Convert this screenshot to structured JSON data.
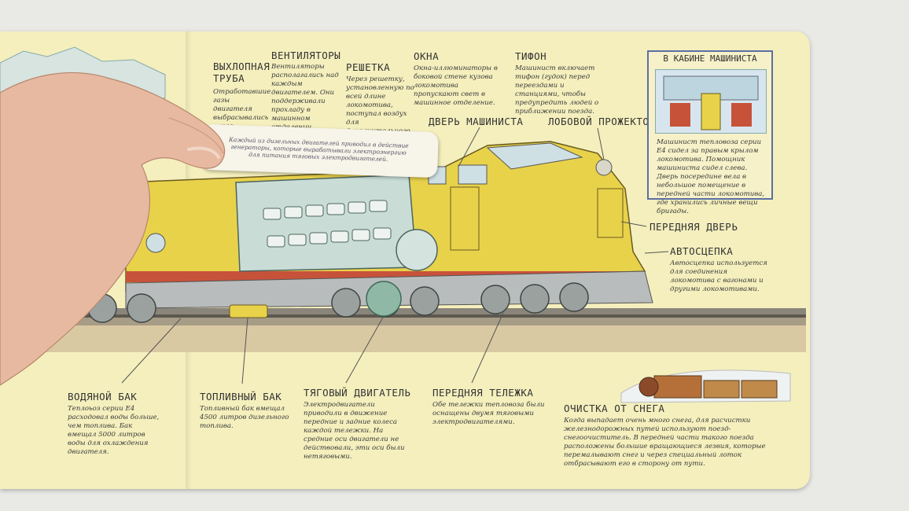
{
  "labels": {
    "exhaust": {
      "title": "ВЫХЛОПНАЯ\nТРУБА",
      "text": "Отработавшие газы двигателя выбрасывались через выхлопную трубу."
    },
    "fans": {
      "title": "ВЕНТИЛЯТОРЫ",
      "text": "Вентиляторы располагались над каждым двигателем. Они поддерживали прохладу в машинном отделении."
    },
    "grille": {
      "title": "РЕШЕТКА",
      "text": "Через решетку, установленную по всей длине локомотива, поступал воздух для дополнительного охлаждения."
    },
    "windows": {
      "title": "ОКНА",
      "text": "Окна-иллюминаторы в боковой стене кузова локомотива пропускают свет в машинное отделение."
    },
    "horn": {
      "title": "ТИФОН",
      "text": "Машинист включает тифон (гудок) перед переездами и станциями, чтобы предупредить людей о приближении поезда."
    },
    "driver_door": {
      "title": "ДВЕРЬ МАШИНИСТА"
    },
    "headlight": {
      "title": "ЛОБОВОЙ ПРОЖЕКТОР"
    },
    "front_door": {
      "title": "ПЕРЕДНЯЯ ДВЕРЬ"
    },
    "coupler": {
      "title": "АВТОСЦЕПКА",
      "text": "Автосцепка используется для соединения локомотива с вагонами и другими локомотивами."
    },
    "water_tank": {
      "title": "ВОДЯНОЙ БАК",
      "text": "Теплоьоз серии E4 расходовал воды больше, чем топлива. Бак вмещал 5000 литров воды для охлаждения двигателя."
    },
    "fuel_tank": {
      "title": "ТОПЛИВНЫЙ БАК",
      "text": "Топливный бак вмещал 4500 литров дизельного топлива."
    },
    "traction_motor": {
      "title": "ТЯГОВЫЙ ДВИГАТЕЛЬ",
      "text": "Электродвигатели приводили в движение передние и задние колеса каждой тележки. На средние оси двигатели не действовали, эти оси были нетяговыми."
    },
    "front_bogie": {
      "title": "ПЕРЕДНЯЯ ТЕЛЕЖКА",
      "text": "Обе тележки тепловоза были оснащены двумя тяговыми электродвигателями."
    },
    "snow": {
      "title": "ОЧИСТКА ОТ СНЕГА",
      "text": "Когда выпадает очень много снега, для расчистки железнодорожных путей используют поезд-снегоочиститель. В передней части такого поезда расположены большие вращающиеся лезвия, которые перемалывают снег и через специальный лоток отбрасывают его в сторону от пути."
    }
  },
  "cabin": {
    "title": "В КАБИНЕ МАШИНИСТА",
    "text": "Машинист тепловоза серии E4 сидел за правым крылом локомотива. Помощник машиниста сидел слева. Дверь посередине вела в небольшое помещение в передней части локомотива, где хранились личные вещи бригады."
  },
  "flap": {
    "text": "Каждый из дизельных двигателей приводил в действие генераторы, которые вырабатывали электроэнергию для питания тяговых электродвигателей."
  },
  "colors": {
    "page": "#f4efbd",
    "loco_yellow": "#e8d24a",
    "loco_red": "#c7523a",
    "engine": "#c9ddd6",
    "track": "#6f6a5e"
  }
}
